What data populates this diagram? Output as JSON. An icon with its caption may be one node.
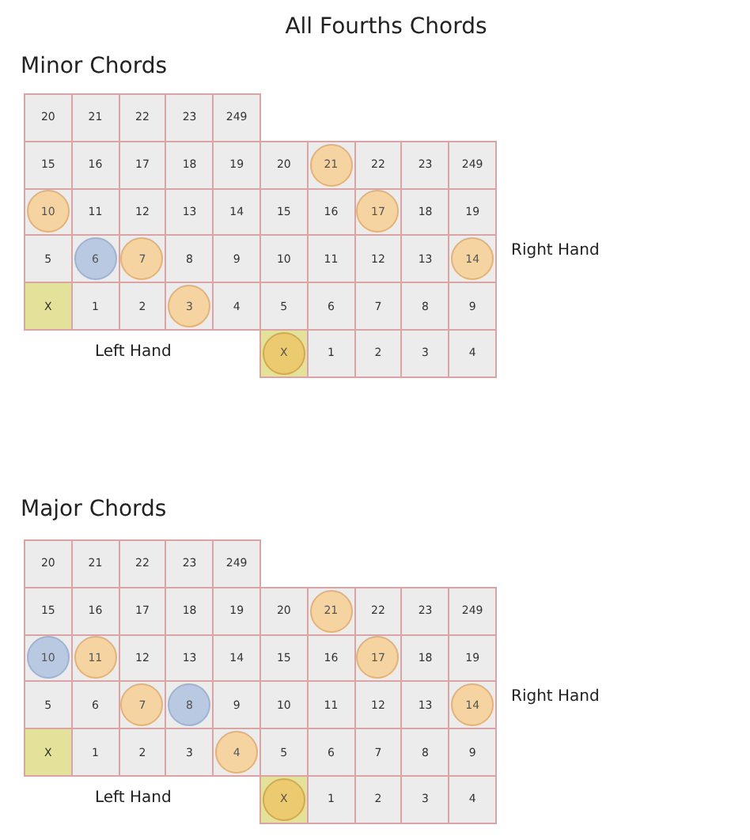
{
  "diagram": {
    "title": "All Fourths Chords",
    "nodes": [
      {
        "text": [
          "20"
        ]
      },
      {
        "text": [
          "21"
        ]
      },
      {
        "text": [
          "22"
        ]
      },
      {
        "text": [
          "23"
        ]
      },
      {
        "text": [
          "249"
        ]
      },
      {
        "text": [
          "15"
        ]
      },
      {
        "text": [
          "16"
        ]
      },
      {
        "text": [
          "17"
        ]
      },
      {
        "text": [
          "18"
        ]
      },
      {
        "text": [
          "19"
        ]
      },
      {
        "text": [
          "20"
        ]
      },
      {
        "text": [
          "21"
        ]
      },
      {
        "text": [
          "22"
        ]
      },
      {
        "text": [
          "23"
        ]
      },
      {
        "text": [
          "249"
        ]
      },
      {
        "text": [
          "10"
        ]
      },
      {
        "text": [
          "11"
        ]
      },
      {
        "text": [
          "12"
        ]
      },
      {
        "text": [
          "13"
        ]
      },
      {
        "text": [
          "14"
        ]
      },
      {
        "text": [
          "15"
        ]
      },
      {
        "text": [
          "16"
        ]
      },
      {
        "text": [
          "17"
        ]
      },
      {
        "text": [
          "18"
        ]
      },
      {
        "text": [
          "19"
        ]
      },
      {
        "text": [
          "5"
        ]
      },
      {
        "text": [
          "6"
        ]
      },
      {
        "text": [
          "7"
        ]
      },
      {
        "text": [
          "8"
        ]
      },
      {
        "text": [
          "9"
        ]
      },
      {
        "text": [
          "10"
        ]
      },
      {
        "text": [
          "11"
        ]
      },
      {
        "text": [
          "12"
        ]
      },
      {
        "text": [
          "13"
        ]
      },
      {
        "text": [
          "14"
        ]
      },
      {
        "text": [
          "X"
        ]
      },
      {
        "text": [
          "1"
        ]
      },
      {
        "text": [
          "2"
        ]
      },
      {
        "text": [
          "3"
        ]
      },
      {
        "text": [
          "4"
        ]
      },
      {
        "text": [
          "5"
        ]
      },
      {
        "text": [
          "6"
        ]
      },
      {
        "text": [
          "7"
        ]
      },
      {
        "text": [
          "8"
        ]
      },
      {
        "text": [
          "9"
        ]
      },
      {
        "text": [
          "X"
        ]
      },
      {
        "text": [
          "1"
        ]
      },
      {
        "text": [
          "2"
        ]
      },
      {
        "text": [
          "3"
        ]
      },
      {
        "text": [
          "4"
        ]
      },
      {
        "text": [
          "20"
        ]
      },
      {
        "text": [
          "21"
        ]
      },
      {
        "text": [
          "22"
        ]
      },
      {
        "text": [
          "23"
        ]
      },
      {
        "text": [
          "249"
        ]
      },
      {
        "text": [
          "15"
        ]
      },
      {
        "text": [
          "16"
        ]
      },
      {
        "text": [
          "17"
        ]
      },
      {
        "text": [
          "18"
        ]
      },
      {
        "text": [
          "19"
        ]
      },
      {
        "text": [
          "20"
        ]
      },
      {
        "text": [
          "21"
        ]
      },
      {
        "text": [
          "22"
        ]
      },
      {
        "text": [
          "23"
        ]
      },
      {
        "text": [
          "249"
        ]
      },
      {
        "text": [
          "10"
        ]
      },
      {
        "text": [
          "11"
        ]
      },
      {
        "text": [
          "12"
        ]
      },
      {
        "text": [
          "13"
        ]
      },
      {
        "text": [
          "14"
        ]
      },
      {
        "text": [
          "15"
        ]
      },
      {
        "text": [
          "16"
        ]
      },
      {
        "text": [
          "17"
        ]
      },
      {
        "text": [
          "18"
        ]
      },
      {
        "text": [
          "19"
        ]
      },
      {
        "text": [
          "5"
        ]
      },
      {
        "text": [
          "6"
        ]
      },
      {
        "text": [
          "7"
        ]
      },
      {
        "text": [
          "8"
        ]
      },
      {
        "text": [
          "9"
        ]
      },
      {
        "text": [
          "10"
        ]
      },
      {
        "text": [
          "11"
        ]
      },
      {
        "text": [
          "12"
        ]
      },
      {
        "text": [
          "13"
        ]
      },
      {
        "text": [
          "14"
        ]
      },
      {
        "text": [
          "X"
        ]
      },
      {
        "text": [
          "1"
        ]
      },
      {
        "text": [
          "2"
        ]
      },
      {
        "text": [
          "3"
        ]
      },
      {
        "text": [
          "4"
        ]
      },
      {
        "text": [
          "5"
        ]
      },
      {
        "text": [
          "6"
        ]
      },
      {
        "text": [
          "7"
        ]
      },
      {
        "text": [
          "8"
        ]
      },
      {
        "text": [
          "9"
        ]
      },
      {
        "text": [
          "X"
        ]
      },
      {
        "text": [
          "1"
        ]
      },
      {
        "text": [
          "2"
        ]
      },
      {
        "text": [
          "3"
        ]
      },
      {
        "text": [
          "4"
        ]
      }
    ],
    "labels": [
      "Minor Chords",
      "Right Hand",
      "Left Hand",
      "Major Chords",
      "Right Hand",
      "Left Hand"
    ]
  }
}
